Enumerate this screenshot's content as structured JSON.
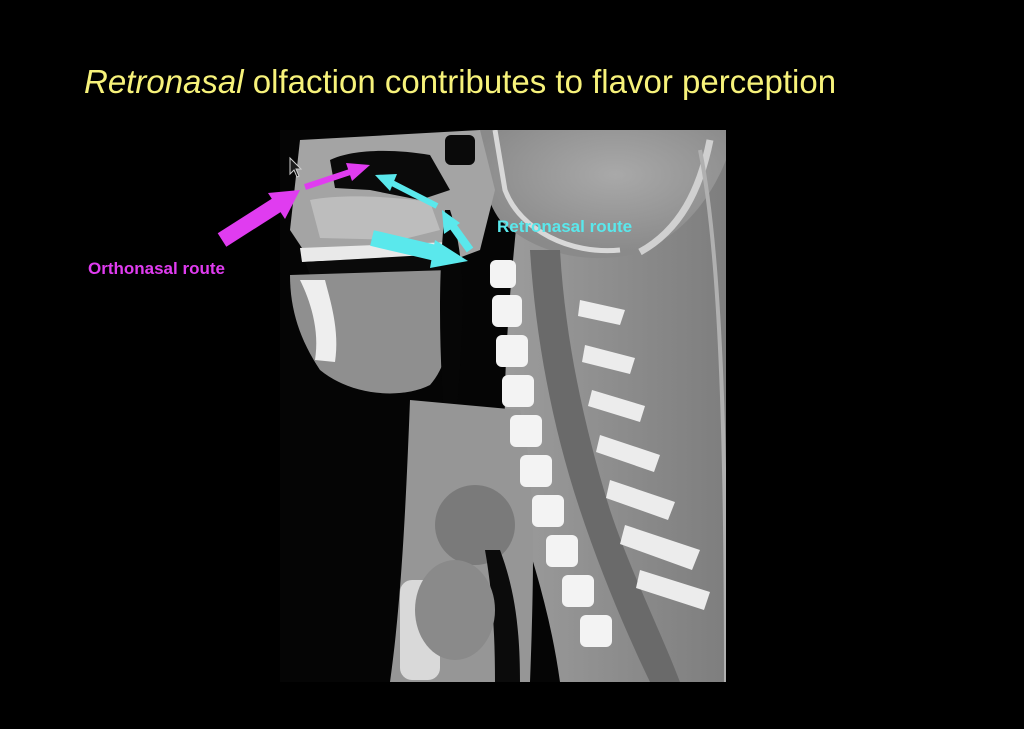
{
  "slide": {
    "title_italic": "Retronasal",
    "title_rest": " olfaction contributes to flavor perception",
    "title_color": "#f7f27a"
  },
  "labels": {
    "orthonasal": "Orthonasal route",
    "retronasal": "Retronasal route"
  },
  "colors": {
    "orthonasal": "#e03cf0",
    "retronasal": "#5ae8ec",
    "background": "#000000"
  },
  "image": {
    "description_icon": "ct-scan-sagittal-head-neck"
  }
}
